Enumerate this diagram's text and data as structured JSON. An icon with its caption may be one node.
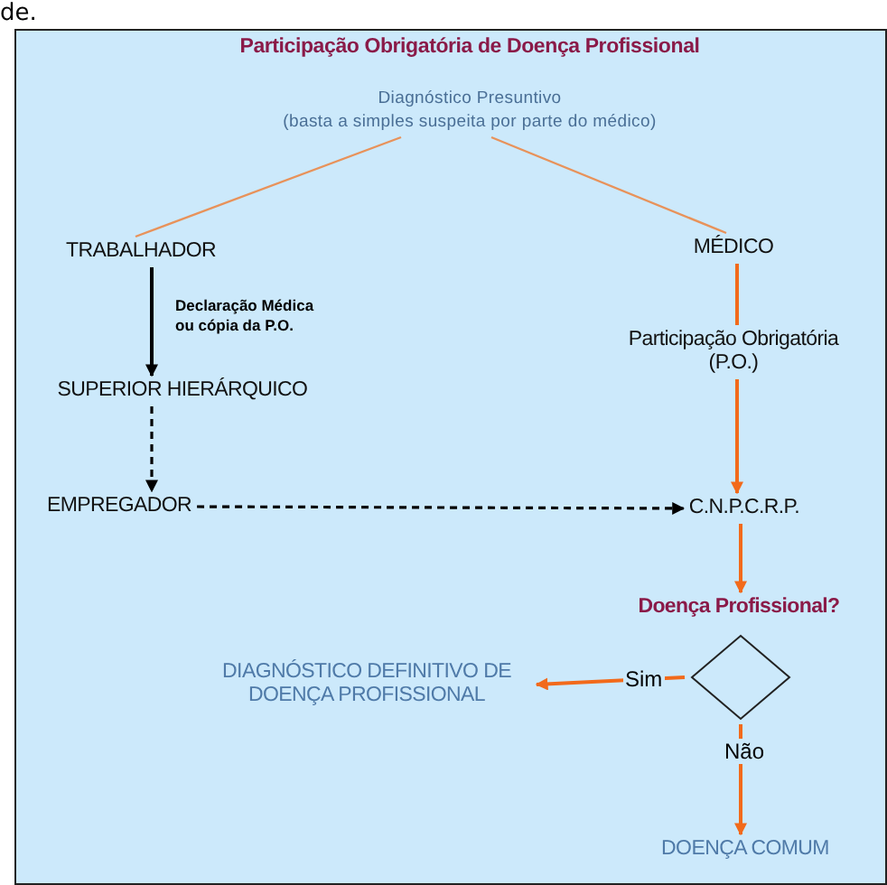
{
  "diagram": {
    "title": "Participação Obrigatória de Doença Profissional",
    "nodes": [
      {
        "text": [
          "Diagnóstico Presuntivo",
          "(basta a simples suspeita por parte do médico)"
        ]
      },
      {
        "text": [
          "TRABALHADOR"
        ]
      },
      {
        "text": [
          "MÉDICO"
        ]
      },
      {
        "text": [
          "SUPERIOR HIERÁRQUICO"
        ]
      },
      {
        "text": [
          "Participação Obrigatória (P.O.)"
        ]
      },
      {
        "text": [
          "EMPREGADOR"
        ]
      },
      {
        "text": [
          "C.N.P.C.R.P."
        ]
      },
      {
        "text": [
          "Doença Profissional?"
        ]
      },
      {
        "text": [
          "DIAGNÓSTICO DEFINITIVO DE DOENÇA PROFISSIONAL"
        ]
      },
      {
        "text": [
          "DOENÇA COMUM"
        ]
      }
    ],
    "edges": [
      {
        "from": 0,
        "to": 1,
        "arrow": "none",
        "color": "#e8925a"
      },
      {
        "from": 0,
        "to": 2,
        "arrow": "none",
        "color": "#e8925a"
      },
      {
        "from": 1,
        "to": 3,
        "arrow": "to",
        "label": "Declaração Médica ou cópia da P.O.",
        "color": "#000000"
      },
      {
        "from": 3,
        "to": 5,
        "arrow": "to",
        "style": "dashed",
        "color": "#000000"
      },
      {
        "from": 5,
        "to": 6,
        "arrow": "to",
        "style": "dashed",
        "color": "#000000"
      },
      {
        "from": 2,
        "to": 4,
        "arrow": "none"
      },
      {
        "from": 4,
        "to": 6,
        "arrow": "to"
      },
      {
        "from": 6,
        "to": 7,
        "arrow": "to"
      },
      {
        "from": 7,
        "to": 8,
        "arrow": "to",
        "label": "Sim"
      },
      {
        "from": 7,
        "to": 9,
        "arrow": "to",
        "label": "Não"
      }
    ],
    "labels": [
      "de."
    ]
  }
}
